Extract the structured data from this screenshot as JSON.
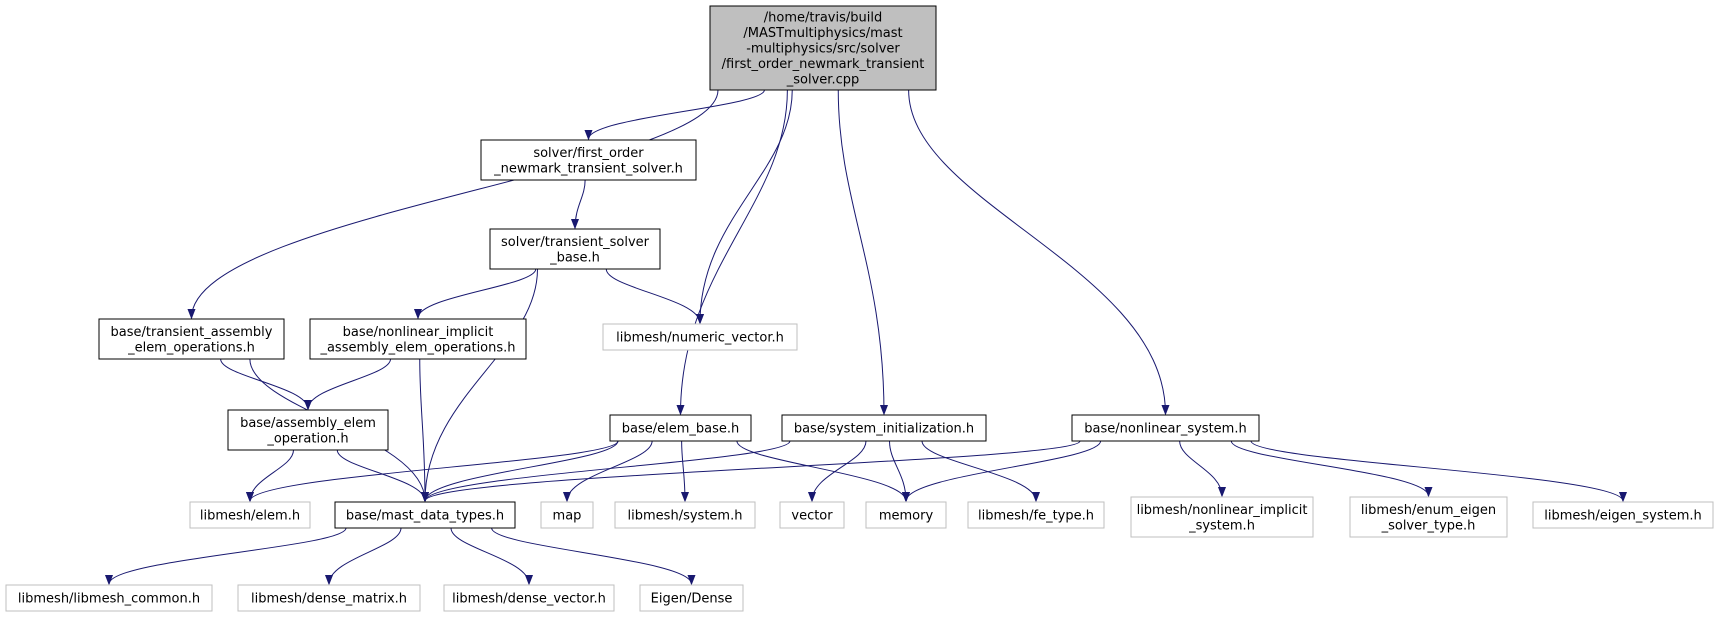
{
  "colors": {
    "edge": "#191970",
    "root_fill": "#bfbfbf",
    "internal_border": "#000000",
    "external_border": "#bfbfbf",
    "background": "#ffffff"
  },
  "nodes": {
    "root": {
      "lines": [
        "/home/travis/build",
        "/MASTmultiphysics/mast",
        "-multiphysics/src/solver",
        "/first_order_newmark_transient",
        "_solver.cpp"
      ],
      "kind": "root"
    },
    "fon_solver_h": {
      "lines": [
        "solver/first_order",
        "_newmark_transient_solver.h"
      ],
      "kind": "internal"
    },
    "transient_solver_base_h": {
      "lines": [
        "solver/transient_solver",
        "_base.h"
      ],
      "kind": "internal"
    },
    "transient_assembly_h": {
      "lines": [
        "base/transient_assembly",
        "_elem_operations.h"
      ],
      "kind": "internal"
    },
    "nonlinear_implicit_assembly_h": {
      "lines": [
        "base/nonlinear_implicit",
        "_assembly_elem_operations.h"
      ],
      "kind": "internal"
    },
    "numeric_vector_h": {
      "lines": [
        "libmesh/numeric_vector.h"
      ],
      "kind": "external"
    },
    "assembly_elem_operation_h": {
      "lines": [
        "base/assembly_elem",
        "_operation.h"
      ],
      "kind": "internal"
    },
    "elem_base_h": {
      "lines": [
        "base/elem_base.h"
      ],
      "kind": "internal"
    },
    "system_initialization_h": {
      "lines": [
        "base/system_initialization.h"
      ],
      "kind": "internal"
    },
    "nonlinear_system_h": {
      "lines": [
        "base/nonlinear_system.h"
      ],
      "kind": "internal"
    },
    "elem_h": {
      "lines": [
        "libmesh/elem.h"
      ],
      "kind": "external"
    },
    "mast_data_types_h": {
      "lines": [
        "base/mast_data_types.h"
      ],
      "kind": "internal"
    },
    "map": {
      "lines": [
        "map"
      ],
      "kind": "external"
    },
    "system_h": {
      "lines": [
        "libmesh/system.h"
      ],
      "kind": "external"
    },
    "vector": {
      "lines": [
        "vector"
      ],
      "kind": "external"
    },
    "memory": {
      "lines": [
        "memory"
      ],
      "kind": "external"
    },
    "fe_type_h": {
      "lines": [
        "libmesh/fe_type.h"
      ],
      "kind": "external"
    },
    "nonlinear_implicit_system_h": {
      "lines": [
        "libmesh/nonlinear_implicit",
        "_system.h"
      ],
      "kind": "external"
    },
    "enum_eigen_solver_type_h": {
      "lines": [
        "libmesh/enum_eigen",
        "_solver_type.h"
      ],
      "kind": "external"
    },
    "eigen_system_h": {
      "lines": [
        "libmesh/eigen_system.h"
      ],
      "kind": "external"
    },
    "libmesh_common_h": {
      "lines": [
        "libmesh/libmesh_common.h"
      ],
      "kind": "external"
    },
    "dense_matrix_h": {
      "lines": [
        "libmesh/dense_matrix.h"
      ],
      "kind": "external"
    },
    "dense_vector_h": {
      "lines": [
        "libmesh/dense_vector.h"
      ],
      "kind": "external"
    },
    "eigen_dense": {
      "lines": [
        "Eigen/Dense"
      ],
      "kind": "external"
    }
  },
  "edges": [
    [
      "root",
      "fon_solver_h"
    ],
    [
      "root",
      "transient_assembly_h"
    ],
    [
      "root",
      "numeric_vector_h"
    ],
    [
      "root",
      "elem_base_h"
    ],
    [
      "root",
      "system_initialization_h"
    ],
    [
      "root",
      "nonlinear_system_h"
    ],
    [
      "fon_solver_h",
      "transient_solver_base_h"
    ],
    [
      "transient_solver_base_h",
      "nonlinear_implicit_assembly_h"
    ],
    [
      "transient_solver_base_h",
      "numeric_vector_h"
    ],
    [
      "transient_solver_base_h",
      "mast_data_types_h"
    ],
    [
      "transient_assembly_h",
      "assembly_elem_operation_h"
    ],
    [
      "transient_assembly_h",
      "mast_data_types_h"
    ],
    [
      "nonlinear_implicit_assembly_h",
      "assembly_elem_operation_h"
    ],
    [
      "nonlinear_implicit_assembly_h",
      "mast_data_types_h"
    ],
    [
      "assembly_elem_operation_h",
      "elem_h"
    ],
    [
      "assembly_elem_operation_h",
      "mast_data_types_h"
    ],
    [
      "elem_base_h",
      "elem_h"
    ],
    [
      "elem_base_h",
      "mast_data_types_h"
    ],
    [
      "elem_base_h",
      "map"
    ],
    [
      "elem_base_h",
      "system_h"
    ],
    [
      "elem_base_h",
      "memory"
    ],
    [
      "system_initialization_h",
      "mast_data_types_h"
    ],
    [
      "system_initialization_h",
      "vector"
    ],
    [
      "system_initialization_h",
      "memory"
    ],
    [
      "system_initialization_h",
      "fe_type_h"
    ],
    [
      "nonlinear_system_h",
      "mast_data_types_h"
    ],
    [
      "nonlinear_system_h",
      "memory"
    ],
    [
      "nonlinear_system_h",
      "nonlinear_implicit_system_h"
    ],
    [
      "nonlinear_system_h",
      "enum_eigen_solver_type_h"
    ],
    [
      "nonlinear_system_h",
      "eigen_system_h"
    ],
    [
      "mast_data_types_h",
      "libmesh_common_h"
    ],
    [
      "mast_data_types_h",
      "dense_matrix_h"
    ],
    [
      "mast_data_types_h",
      "dense_vector_h"
    ],
    [
      "mast_data_types_h",
      "eigen_dense"
    ]
  ]
}
